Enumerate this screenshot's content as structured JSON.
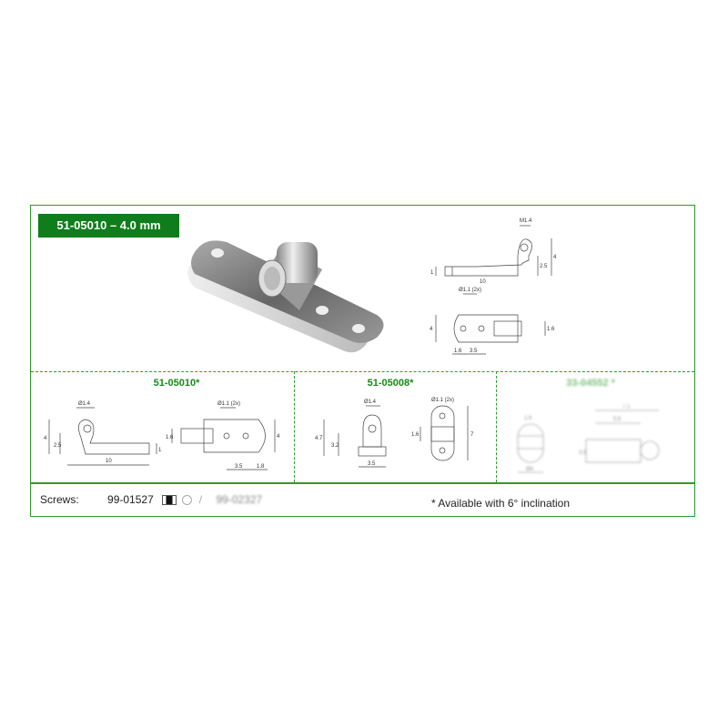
{
  "title": "51-05010 – 4.0 mm",
  "main_drawing": {
    "side": {
      "thread": "M1.4",
      "h1": "1",
      "len": "10",
      "h25": "2.5",
      "h4": "4"
    },
    "top": {
      "hole": "Ø1.1 (2x)",
      "w4": "4",
      "w16": "1.6",
      "d16": "1.6",
      "d35": "3.5"
    }
  },
  "variants": [
    {
      "name": "51-05010*",
      "side": {
        "hole": "Ø1.4",
        "h4": "4",
        "h25": "2.5",
        "len": "10",
        "h1": "1"
      },
      "top": {
        "hole": "Ø1.1 (2x)",
        "w16": "1.6",
        "w4": "4",
        "d35": "3.5",
        "d18": "1.8"
      }
    },
    {
      "name": "51-05008*",
      "side": {
        "hole": "Ø1.4",
        "h47": "4.7",
        "h32": "3.2",
        "w35": "3.5"
      },
      "top": {
        "hole": "Ø1.1 (2x)",
        "w16": "1.6",
        "len7": "7"
      }
    },
    {
      "name": "33-04552 *",
      "dims": {
        "a": "1.6",
        "b": "7.1",
        "c": "5.6",
        "d": "3.5",
        "e": "Ø4"
      }
    }
  ],
  "footer": {
    "screws_label": "Screws:",
    "screw1": "99-01527",
    "separator": "/",
    "screw2": "99-02327",
    "note": "*  Available with 6° inclination"
  },
  "colors": {
    "accent": "#0f7d1b",
    "border": "#2e9a2e"
  }
}
